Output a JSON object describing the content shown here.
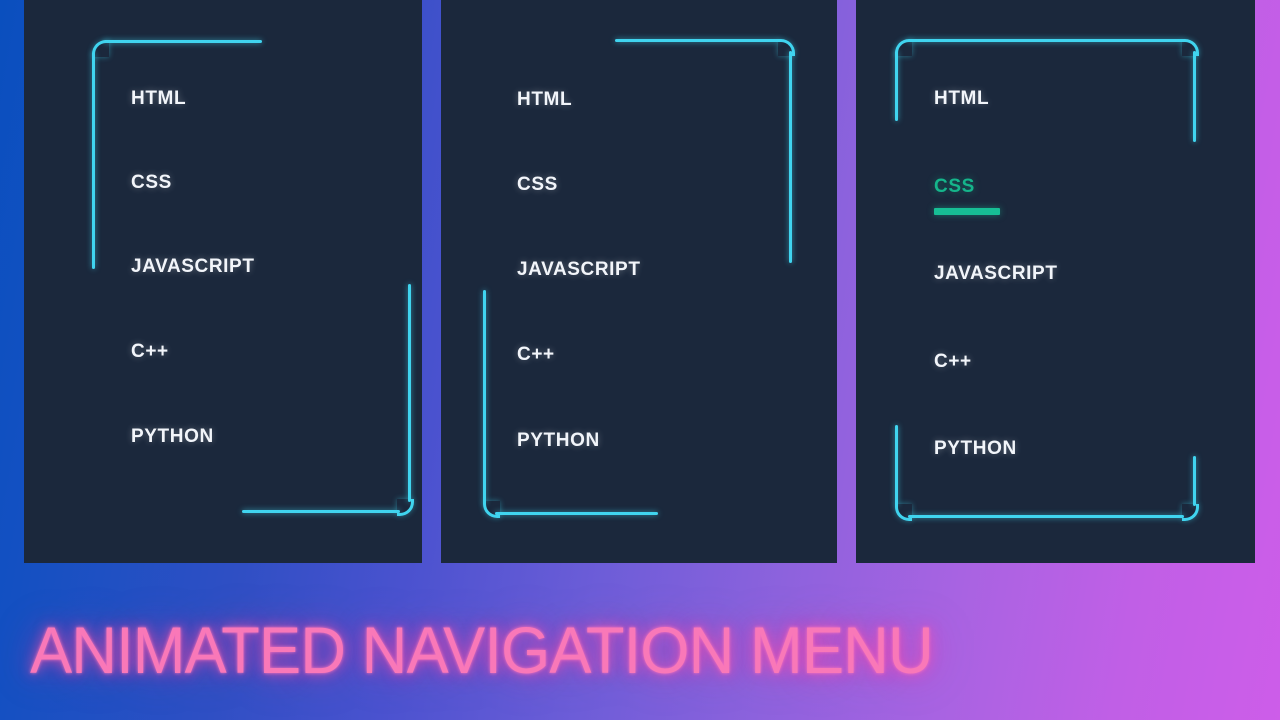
{
  "caption": "ANIMATED NAVIGATION MENU",
  "theme": {
    "background_gradient_start": "#0a4fbe",
    "background_gradient_end": "#cd5de9",
    "panel_background": "#1b283c",
    "border_accent": "#40d4ef",
    "active_accent": "#17bf95",
    "item_text": "#f2f5fa",
    "caption_color": "#f978b8"
  },
  "panels": [
    {
      "id": "panel-1",
      "border_state": "top-left-and-bottom-right",
      "items": [
        {
          "label": "HTML",
          "active": false
        },
        {
          "label": "CSS",
          "active": false
        },
        {
          "label": "JAVASCRIPT",
          "active": false
        },
        {
          "label": "C++",
          "active": false
        },
        {
          "label": "PYTHON",
          "active": false
        }
      ]
    },
    {
      "id": "panel-2",
      "border_state": "top-right-and-bottom-left",
      "items": [
        {
          "label": "HTML",
          "active": false
        },
        {
          "label": "CSS",
          "active": false
        },
        {
          "label": "JAVASCRIPT",
          "active": false
        },
        {
          "label": "C++",
          "active": false
        },
        {
          "label": "PYTHON",
          "active": false
        }
      ]
    },
    {
      "id": "panel-3",
      "border_state": "full-top-and-bottom",
      "active_item": "CSS",
      "items": [
        {
          "label": "HTML",
          "active": false
        },
        {
          "label": "CSS",
          "active": true
        },
        {
          "label": "JAVASCRIPT",
          "active": false
        },
        {
          "label": "C++",
          "active": false
        },
        {
          "label": "PYTHON",
          "active": false
        }
      ]
    }
  ]
}
